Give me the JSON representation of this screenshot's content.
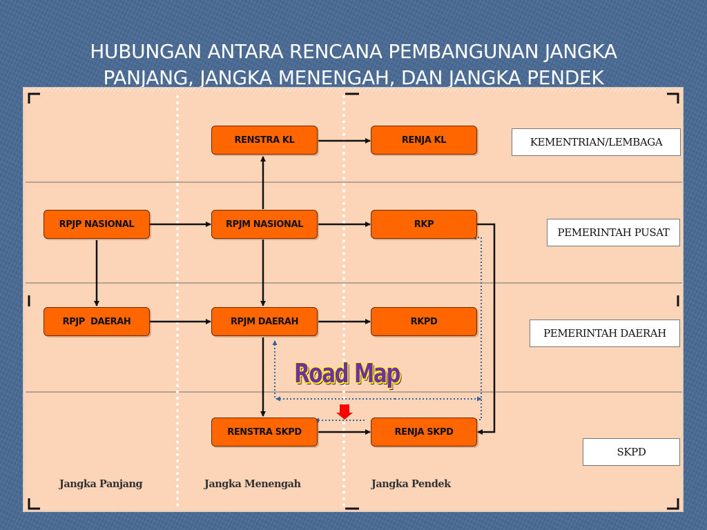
{
  "title": {
    "line1": "HUBUNGAN ANTARA RENCANA PEMBANGUNAN JANGKA",
    "line2": "PANJANG, JANGKA MENENGAH, DAN JANGKA PENDEK"
  },
  "nodes": {
    "renstra_kl": "RENSTRA KL",
    "renja_kl": "RENJA KL",
    "rpjp_nasional": "RPJP NASIONAL",
    "rpjm_nasional": "RPJM NASIONAL",
    "rkp": "RKP",
    "rpjp_daerah": "RPJP  DAERAH",
    "rpjm_daerah": "RPJM DAERAH",
    "rkpd": "RKPD",
    "renstra_skpd": "RENSTRA SKPD",
    "renja_skpd": "RENJA SKPD"
  },
  "levels": {
    "kementrian": "KEMENTRIAN/LEMBAGA",
    "pusat": "PEMERINTAH PUSAT",
    "daerah": "PEMERINTAH DAERAH",
    "skpd": "SKPD"
  },
  "columns": {
    "panjang": "Jangka Panjang",
    "menengah": "Jangka Menengah",
    "pendek": "Jangka Pendek"
  },
  "annotation": "Road Map",
  "colors": {
    "node_fill": "#ff6600",
    "panel": "#fcd5b8",
    "roadmap_text": "#7030a0",
    "roadmap_glow": "#ffff00",
    "pointer": "#ff0000",
    "dotted": "#3a5f9a"
  }
}
